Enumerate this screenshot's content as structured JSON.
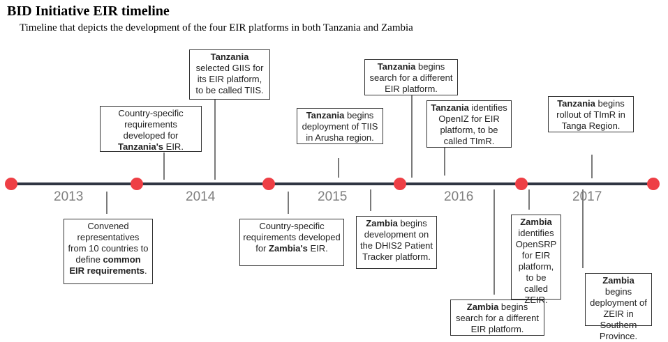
{
  "header": {
    "title": "BID Initiative EIR timeline",
    "subtitle": "Timeline  that depicts the development of the four EIR platforms in both Tanzania and Zambia"
  },
  "colors": {
    "axis_line": "#2f3542",
    "marker": "#ee3f45",
    "year_text": "#7f7f7f"
  },
  "years": [
    "2013",
    "2014",
    "2015",
    "2016",
    "2017"
  ],
  "events": [
    {
      "bold": "",
      "text": "Country-specific requirements developed for",
      "bold_end": "Tanzania's",
      "tail": " EIR."
    },
    {
      "bold": "Tanzania",
      "text": " selected GIIS for its EIR platform, to be called TIIS."
    },
    {
      "bold": "Tanzania",
      "text": " begins deployment of TIIS in Arusha region."
    },
    {
      "bold": "Tanzania",
      "text": " begins search for a different EIR platform."
    },
    {
      "bold": "Tanzania",
      "text": " identifies OpenIZ for EIR platform, to be called TImR."
    },
    {
      "bold": "Tanzania",
      "text": " begins rollout of TImR in Tanga Region."
    },
    {
      "bold": "",
      "text": "Convened representatives from 10 countries to define",
      "bold_end": "common EIR requirements",
      "tail": "."
    },
    {
      "bold": "",
      "text": "Country-specific requirements developed for",
      "bold_end": "Zambia's",
      "tail": " EIR."
    },
    {
      "bold": "Zambia",
      "text": " begins development on the DHIS2 Patient Tracker platform."
    },
    {
      "bold": "Zambia",
      "text": " begins search for a different EIR platform."
    },
    {
      "bold": "Zambia",
      "text": " identifies OpenSRP for EIR platform, to be called ZEIR."
    },
    {
      "bold": "Zambia",
      "text": " begins deployment of ZEIR in Southern Province."
    }
  ]
}
